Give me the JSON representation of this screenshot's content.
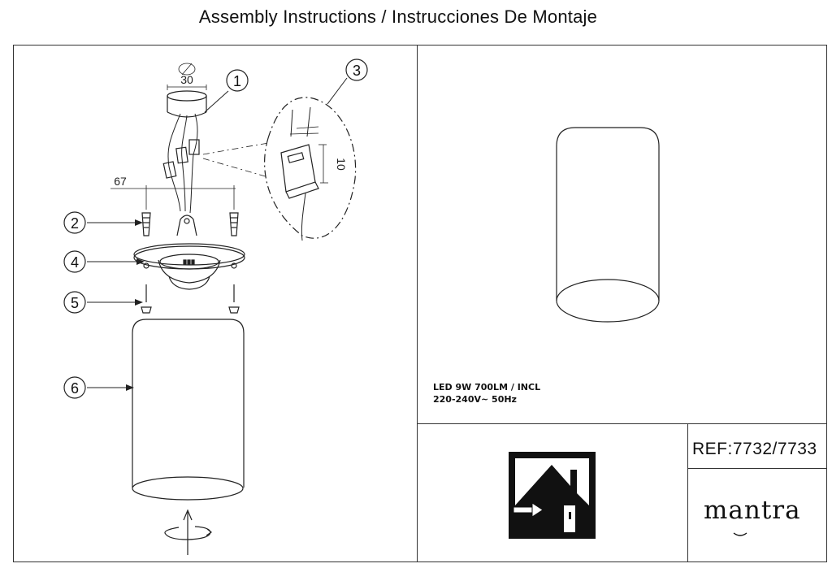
{
  "title": "Assembly Instructions / Instrucciones De Montaje",
  "diagram": {
    "dimensions": {
      "ceiling_hole": "30",
      "screw_spacing": "67",
      "connector": "10"
    },
    "callouts": [
      "1",
      "2",
      "3",
      "4",
      "5",
      "6"
    ]
  },
  "spec": {
    "line1": "LED 9W  700LM / INCL",
    "line2": "220-240V~  50Hz"
  },
  "reference": "REF:7732/7733",
  "brand": "mantra",
  "icons": [
    "indoor-use-icon",
    "rotate-icon"
  ]
}
